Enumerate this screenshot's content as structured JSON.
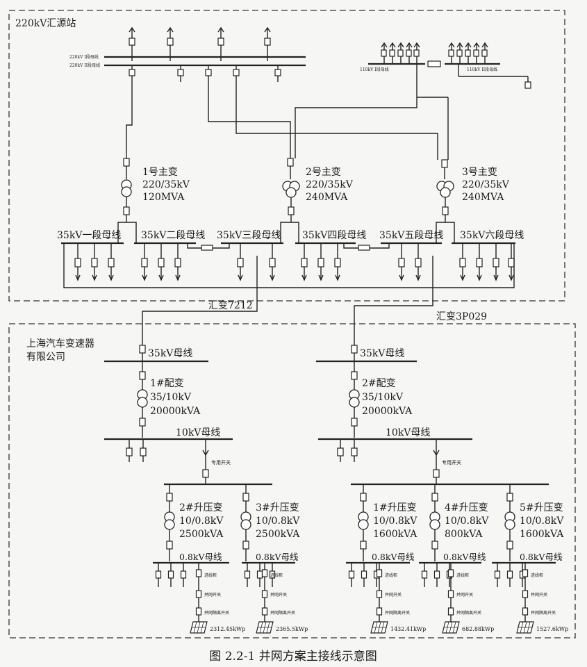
{
  "title": "图 2.2-1  并网方案主接线示意图",
  "substation": {
    "name": "220kV汇源站",
    "hv_bus_labels": [
      "220kV I段母线",
      "220kV II段母线"
    ],
    "right_bus_labels": [
      "110kV I段母线",
      "110kV II段母线"
    ],
    "transformers": [
      {
        "name": "1号主变",
        "ratio": "220/35kV",
        "capacity": "120MVA"
      },
      {
        "name": "2号主变",
        "ratio": "220/35kV",
        "capacity": "240MVA"
      },
      {
        "name": "3号主变",
        "ratio": "220/35kV",
        "capacity": "240MVA"
      }
    ],
    "buses_35kv": [
      "35kV一段母线",
      "35kV二段母线",
      "35kV三段母线",
      "35kV四段母线",
      "35kV五段母线",
      "35kV六段母线"
    ]
  },
  "feeders": [
    "汇变7212",
    "汇变3P029"
  ],
  "company": {
    "name_line1": "上海汽车变速器",
    "name_line2": "有限公司",
    "bus_35kv": "35kV母线",
    "bus_10kv": "10kV母线",
    "switch_label": "专用开关",
    "distribution": [
      {
        "name": "1#配变",
        "ratio": "35/10kV",
        "capacity": "20000kVA"
      },
      {
        "name": "2#配变",
        "ratio": "35/10kV",
        "capacity": "20000kVA"
      }
    ],
    "step_up": [
      {
        "name": "2#升压变",
        "ratio": "10/0.8kV",
        "capacity": "2500kVA",
        "bus": "0.8kV母线",
        "pv": "2312.45kWp"
      },
      {
        "name": "3#升压变",
        "ratio": "10/0.8kV",
        "capacity": "2500kVA",
        "bus": "0.8kV母线",
        "pv": "2365.5kWp"
      },
      {
        "name": "1#升压变",
        "ratio": "10/0.8kV",
        "capacity": "1600kVA",
        "bus": "0.8kV母线",
        "pv": "1432.41kWp"
      },
      {
        "name": "4#升压变",
        "ratio": "10/0.8kV",
        "capacity": "800kVA",
        "bus": "0.8kV母线",
        "pv": "682.88kWp"
      },
      {
        "name": "5#升压变",
        "ratio": "10/0.8kV",
        "capacity": "1600kVA",
        "bus": "0.8kV母线",
        "pv": "1527.6kWp"
      }
    ],
    "small_labels": [
      "进线柜",
      "并网开关",
      "并网隔离开关"
    ]
  }
}
